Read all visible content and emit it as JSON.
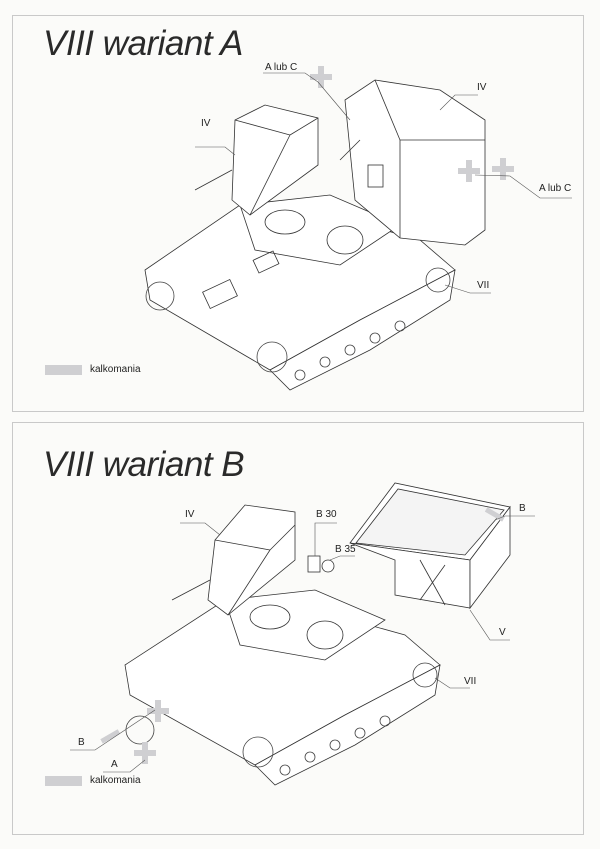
{
  "panel_a": {
    "title": "VIII wariant A",
    "callouts": {
      "decal_top": "A lub C",
      "turret_small": "IV",
      "turret_large": "IV",
      "decal_right": "A lub C",
      "wheel": "VII"
    },
    "legend": "kalkomania"
  },
  "panel_b": {
    "title": "VIII wariant B",
    "callouts": {
      "turret": "IV",
      "part_b30": "B 30",
      "part_b35": "B 35",
      "decal_box": "B",
      "box": "V",
      "wheel": "VII",
      "decal_b_hull": "B",
      "decal_a_hull": "A"
    },
    "legend": "kalkomania"
  },
  "colors": {
    "decal": "#cfcfd2",
    "line": "#333333",
    "frame": "#c9c9c9"
  }
}
